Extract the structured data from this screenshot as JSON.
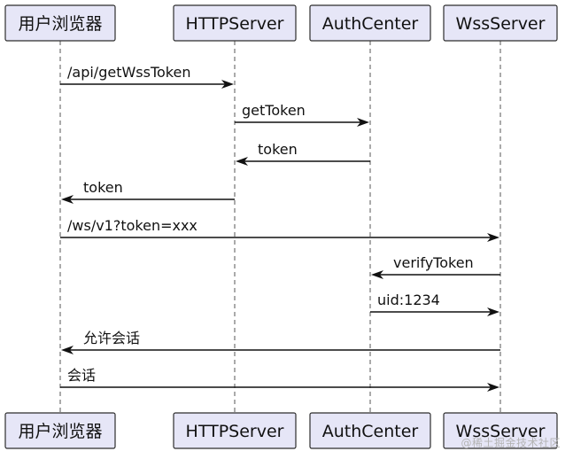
{
  "participants": [
    {
      "id": "browser",
      "label": "用户浏览器"
    },
    {
      "id": "http",
      "label": "HTTPServer"
    },
    {
      "id": "auth",
      "label": "AuthCenter"
    },
    {
      "id": "wss",
      "label": "WssServer"
    }
  ],
  "messages": [
    {
      "from": "browser",
      "to": "http",
      "label": "/api/getWssToken"
    },
    {
      "from": "http",
      "to": "auth",
      "label": "getToken"
    },
    {
      "from": "auth",
      "to": "http",
      "label": "token"
    },
    {
      "from": "http",
      "to": "browser",
      "label": "token"
    },
    {
      "from": "browser",
      "to": "wss",
      "label": "/ws/v1?token=xxx"
    },
    {
      "from": "wss",
      "to": "auth",
      "label": "verifyToken"
    },
    {
      "from": "auth",
      "to": "wss",
      "label": "uid:1234"
    },
    {
      "from": "wss",
      "to": "browser",
      "label": "允许会话"
    },
    {
      "from": "browser",
      "to": "wss",
      "label": "会话"
    }
  ],
  "watermark": "@稀土掘金技术社区"
}
